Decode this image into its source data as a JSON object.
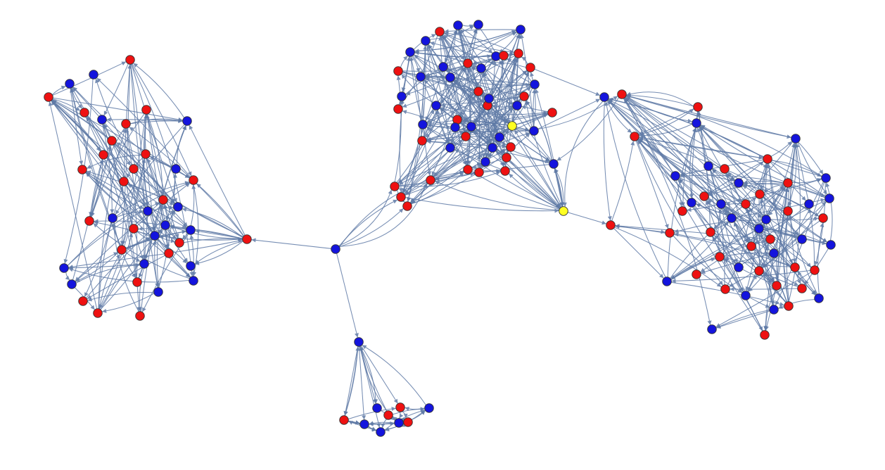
{
  "colors": {
    "edge": "#5f7aa6",
    "red": "#ee1111",
    "blue": "#1414dd",
    "yellow": "#ffff22",
    "node_stroke": "#333333"
  },
  "graph": {
    "directed": true,
    "node_count": 150,
    "color_groups": [
      "red",
      "blue",
      "yellow"
    ]
  }
}
